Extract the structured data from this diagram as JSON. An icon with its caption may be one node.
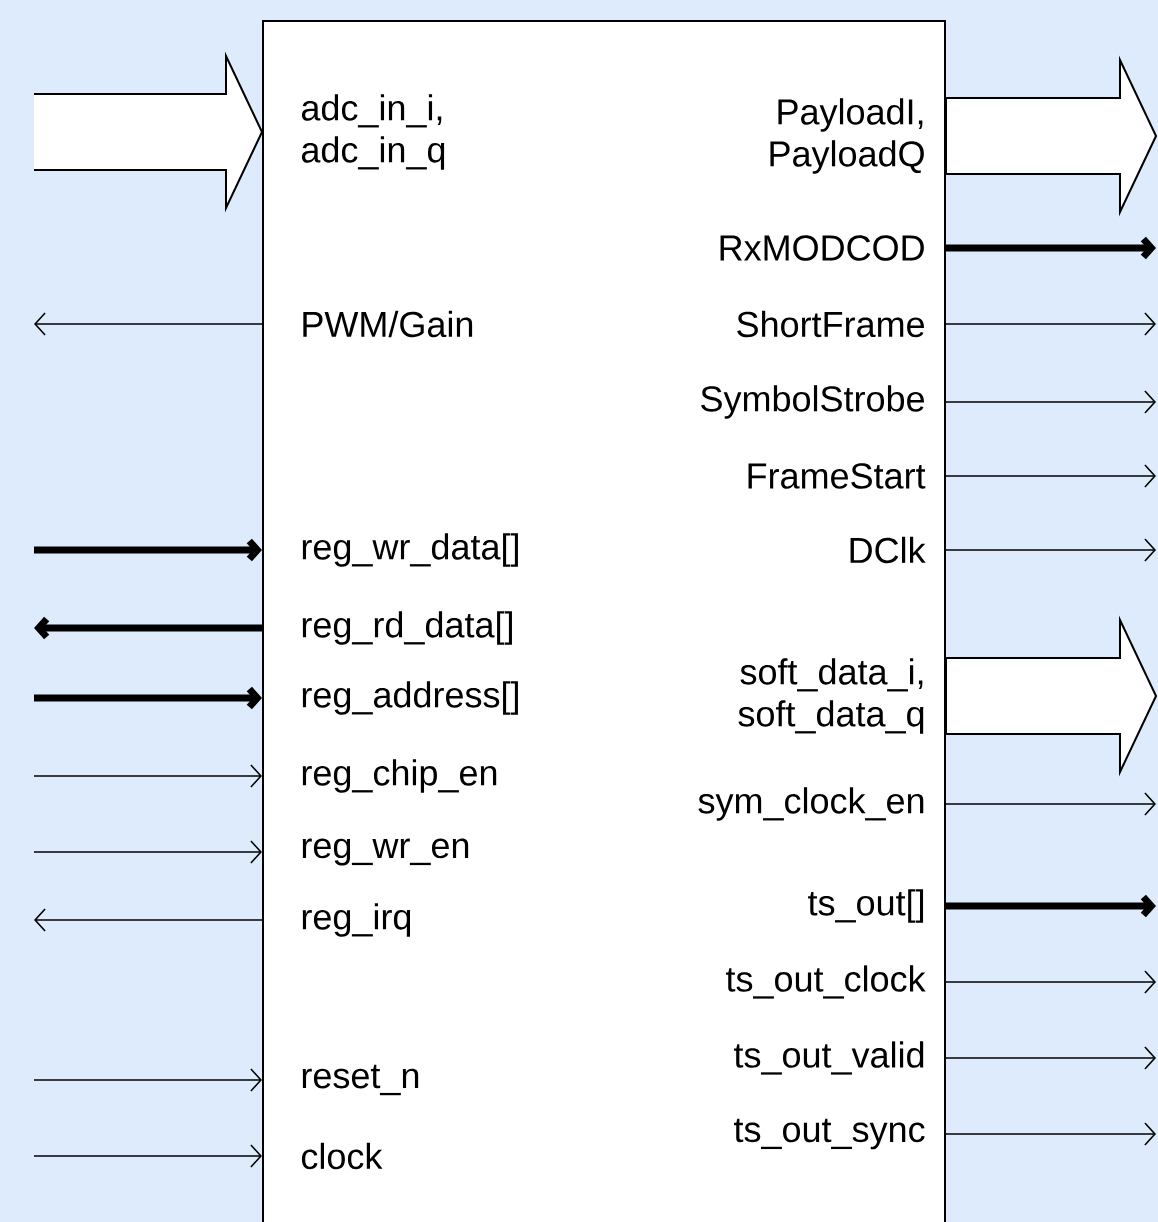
{
  "diagram": {
    "nodes": [
      {
        "text": [],
        "shape": "box"
      },
      {
        "text": [
          "adc_in_i, adc_in_q"
        ],
        "in": 0
      },
      {
        "text": [
          "PWM/Gain"
        ],
        "in": 0
      },
      {
        "text": [
          "reg_wr_data[]"
        ],
        "in": 0
      },
      {
        "text": [
          "reg_rd_data[]"
        ],
        "in": 0
      },
      {
        "text": [
          "reg_address[]"
        ],
        "in": 0
      },
      {
        "text": [
          "reg_chip_en"
        ],
        "in": 0
      },
      {
        "text": [
          "reg_wr_en"
        ],
        "in": 0
      },
      {
        "text": [
          "reg_irq"
        ],
        "in": 0
      },
      {
        "text": [
          "reset_n"
        ],
        "in": 0
      },
      {
        "text": [
          "clock"
        ],
        "in": 0
      },
      {
        "text": [
          "PayloadI, PayloadQ"
        ],
        "in": 0
      },
      {
        "text": [
          "RxMODCOD"
        ],
        "in": 0
      },
      {
        "text": [
          "ShortFrame"
        ],
        "in": 0
      },
      {
        "text": [
          "SymbolStrobe"
        ],
        "in": 0
      },
      {
        "text": [
          "FrameStart"
        ],
        "in": 0
      },
      {
        "text": [
          "DClk"
        ],
        "in": 0
      },
      {
        "text": [
          "soft_data_i, soft_data_q"
        ],
        "in": 0
      },
      {
        "text": [
          "sym_clock_en"
        ],
        "in": 0
      },
      {
        "text": [
          "ts_out[]"
        ],
        "in": 0
      },
      {
        "text": [
          "ts_out_clock"
        ],
        "in": 0
      },
      {
        "text": [
          "ts_out_valid"
        ],
        "in": 0
      },
      {
        "text": [
          "ts_out_sync"
        ],
        "in": 0
      }
    ],
    "edges": [
      {
        "from": null,
        "to": 1,
        "arrow": "to",
        "style": "thick"
      },
      {
        "from": 2,
        "to": null,
        "arrow": "to"
      },
      {
        "from": null,
        "to": 3,
        "arrow": "to",
        "style": "thick"
      },
      {
        "from": 4,
        "to": null,
        "arrow": "to",
        "style": "thick"
      },
      {
        "from": null,
        "to": 5,
        "arrow": "to",
        "style": "thick"
      },
      {
        "from": null,
        "to": 6,
        "arrow": "to"
      },
      {
        "from": null,
        "to": 7,
        "arrow": "to"
      },
      {
        "from": 8,
        "to": null,
        "arrow": "to"
      },
      {
        "from": null,
        "to": 9,
        "arrow": "to"
      },
      {
        "from": null,
        "to": 10,
        "arrow": "to"
      },
      {
        "from": 11,
        "to": null,
        "arrow": "to",
        "style": "thick"
      },
      {
        "from": 12,
        "to": null,
        "arrow": "to",
        "style": "thick"
      },
      {
        "from": 13,
        "to": null,
        "arrow": "to"
      },
      {
        "from": 14,
        "to": null,
        "arrow": "to"
      },
      {
        "from": 15,
        "to": null,
        "arrow": "to"
      },
      {
        "from": 16,
        "to": null,
        "arrow": "to"
      },
      {
        "from": 17,
        "to": null,
        "arrow": "to",
        "style": "thick"
      },
      {
        "from": 18,
        "to": null,
        "arrow": "to"
      },
      {
        "from": 19,
        "to": null,
        "arrow": "to",
        "style": "thick"
      },
      {
        "from": 20,
        "to": null,
        "arrow": "to"
      },
      {
        "from": 21,
        "to": null,
        "arrow": "to"
      },
      {
        "from": 22,
        "to": null,
        "arrow": "to"
      }
    ]
  }
}
